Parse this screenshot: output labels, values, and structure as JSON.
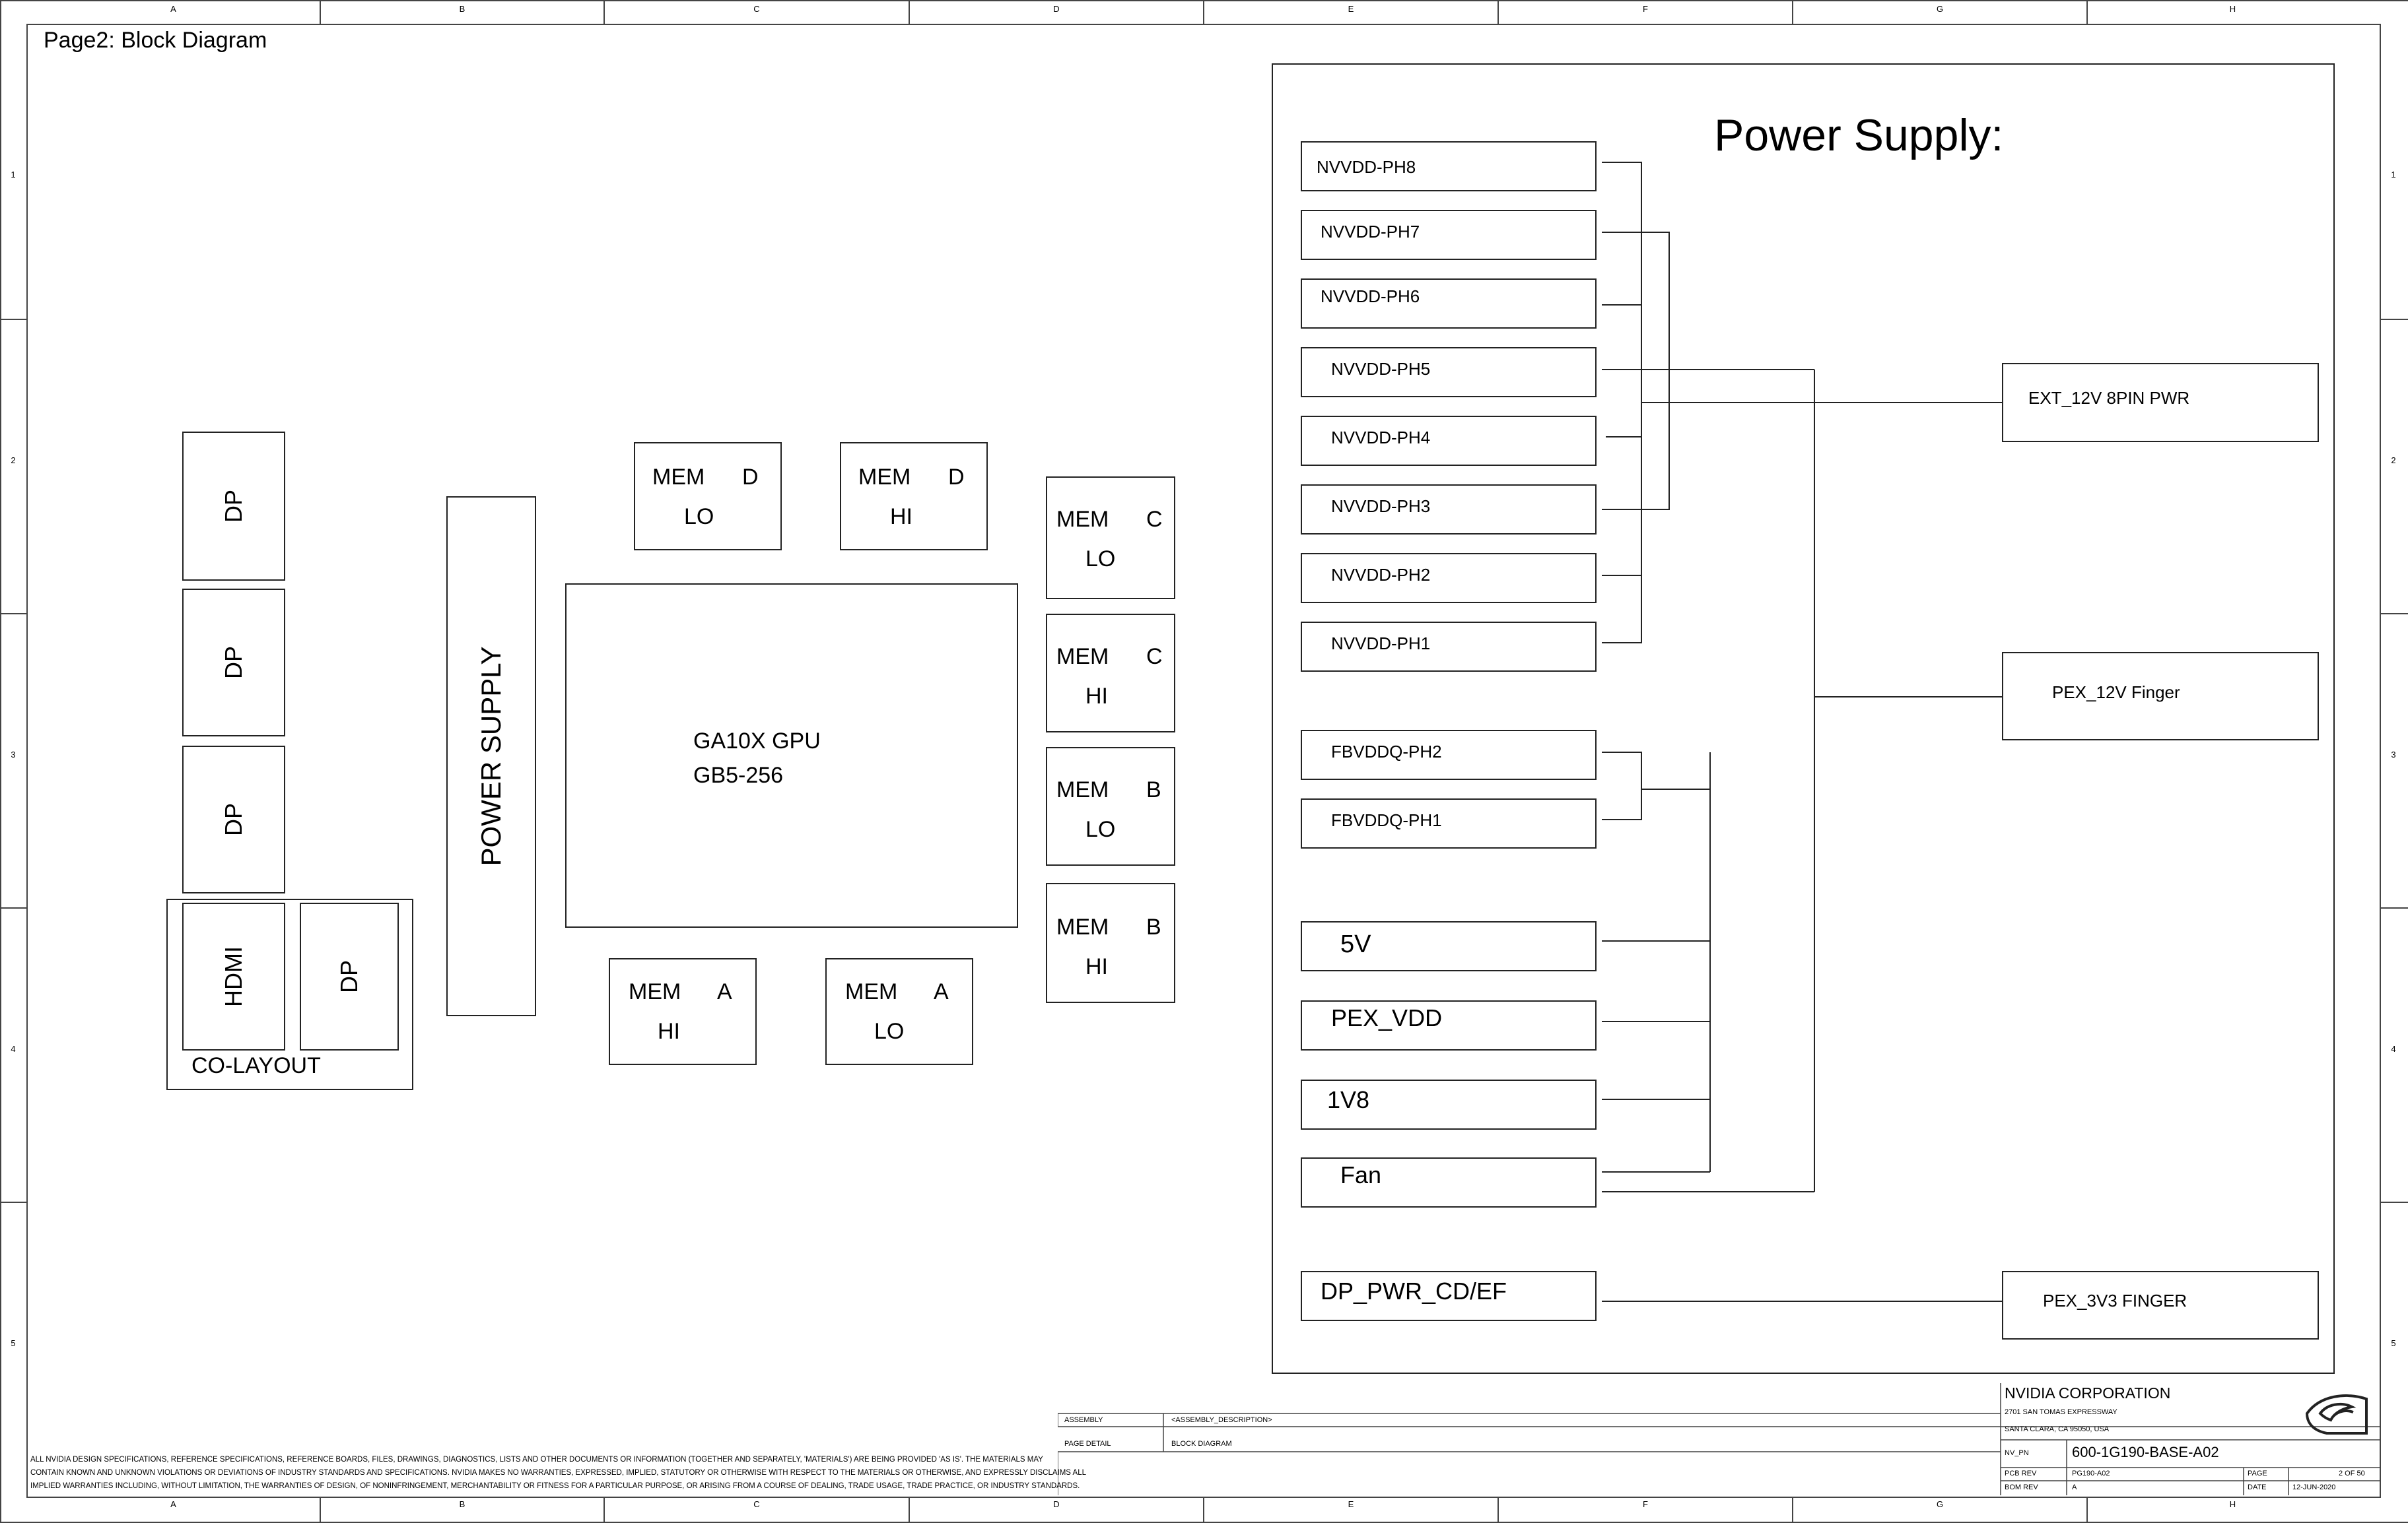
{
  "page_title": "Page2: Block Diagram",
  "ruler": {
    "columns": [
      "A",
      "B",
      "C",
      "D",
      "E",
      "F",
      "G",
      "H"
    ],
    "rows": [
      "1",
      "2",
      "3",
      "4",
      "5"
    ]
  },
  "connectors": {
    "dp1": "DP",
    "dp2": "DP",
    "dp3": "DP",
    "hdmi": "HDMI",
    "dp4": "DP",
    "colayout": "CO-LAYOUT"
  },
  "power_supply_vertical": "POWER SUPPLY",
  "gpu": {
    "line1": "GA10X GPU",
    "line2": "GB5-256"
  },
  "memory": [
    {
      "id": "mem-d-lo",
      "l1": "MEM",
      "ch": "D",
      "l2": "LO"
    },
    {
      "id": "mem-d-hi",
      "l1": "MEM",
      "ch": "D",
      "l2": "HI"
    },
    {
      "id": "mem-c-lo",
      "l1": "MEM",
      "ch": "C",
      "l2": "LO"
    },
    {
      "id": "mem-c-hi",
      "l1": "MEM",
      "ch": "C",
      "l2": "HI"
    },
    {
      "id": "mem-b-lo",
      "l1": "MEM",
      "ch": "B",
      "l2": "LO"
    },
    {
      "id": "mem-b-hi",
      "l1": "MEM",
      "ch": "B",
      "l2": "HI"
    },
    {
      "id": "mem-a-hi",
      "l1": "MEM",
      "ch": "A",
      "l2": "HI"
    },
    {
      "id": "mem-a-lo",
      "l1": "MEM",
      "ch": "A",
      "l2": "LO"
    }
  ],
  "power_panel": {
    "title": "Power Supply:",
    "rails": [
      "NVVDD-PH8",
      "NVVDD-PH7",
      "NVVDD-PH6",
      "NVVDD-PH5",
      "NVVDD-PH4",
      "NVVDD-PH3",
      "NVVDD-PH2",
      "NVVDD-PH1",
      "FBVDDQ-PH2",
      "FBVDDQ-PH1",
      "5V",
      "PEX_VDD",
      "1V8",
      "Fan",
      "DP_PWR_CD/EF"
    ],
    "sources": [
      "EXT_12V 8PIN PWR",
      "PEX_12V Finger",
      "PEX_3V3 FINGER"
    ]
  },
  "title_block": {
    "company": "NVIDIA CORPORATION",
    "address1": "2701 SAN TOMAS EXPRESSWAY",
    "address2": "SANTA CLARA, CA 95050, USA",
    "assembly_label": "ASSEMBLY",
    "assembly_value": "<ASSEMBLY_DESCRIPTION>",
    "page_detail_label": "PAGE DETAIL",
    "page_detail_value": "BLOCK DIAGRAM",
    "nvpn_label": "NV_PN",
    "nvpn_value": "600-1G190-BASE-A02",
    "pcb_rev_label": "PCB REV",
    "pcb_rev_value": "PG190-A02",
    "bom_rev_label": "BOM REV",
    "bom_rev_value": "A",
    "page_label": "PAGE",
    "page_value": "2 OF 50",
    "date_label": "DATE",
    "date_value": "12-JUN-2020"
  },
  "disclaimer": [
    "ALL NVIDIA DESIGN SPECIFICATIONS, REFERENCE SPECIFICATIONS, REFERENCE BOARDS, FILES, DRAWINGS, DIAGNOSTICS, LISTS AND OTHER DOCUMENTS OR INFORMATION (TOGETHER AND SEPARATELY, 'MATERIALS') ARE BEING PROVIDED 'AS IS'. THE MATERIALS MAY",
    "CONTAIN KNOWN AND UNKNOWN VIOLATIONS OR DEVIATIONS OF INDUSTRY STANDARDS AND SPECIFICATIONS. NVIDIA MAKES NO WARRANTIES, EXPRESSED, IMPLIED, STATUTORY OR OTHERWISE WITH RESPECT TO THE MATERIALS OR OTHERWISE, AND EXPRESSLY DISCLAIMS ALL",
    "IMPLIED WARRANTIES INCLUDING, WITHOUT LIMITATION, THE WARRANTIES OF DESIGN, OF NONINFRINGEMENT, MERCHANTABILITY OR FITNESS FOR A PARTICULAR PURPOSE, OR ARISING FROM A COURSE OF DEALING, TRADE USAGE, TRADE PRACTICE, OR INDUSTRY STANDARDS."
  ]
}
